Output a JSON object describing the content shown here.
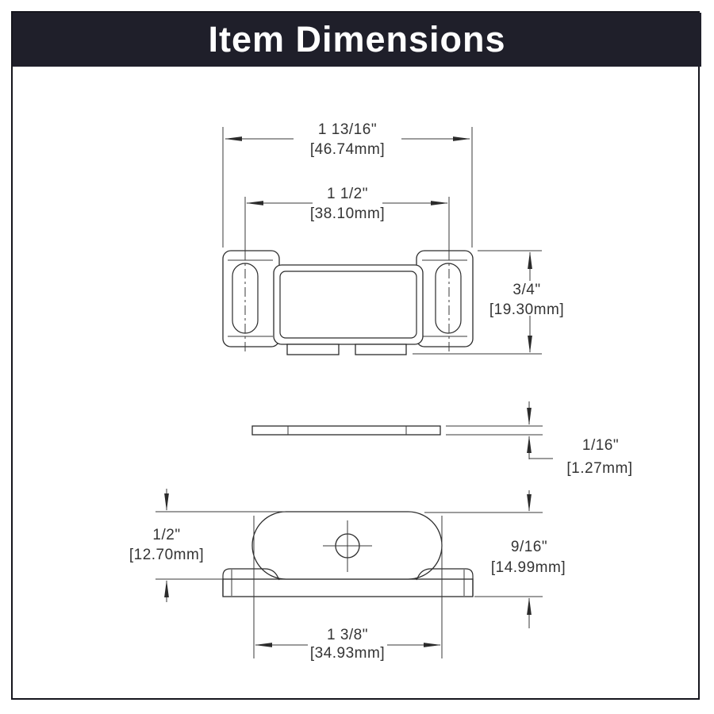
{
  "header": {
    "title": "Item Dimensions",
    "bg_color": "#1f1f2a",
    "text_color": "#ffffff"
  },
  "drawing": {
    "line_color": "#2b2b2b",
    "views": [
      "front-view",
      "side-profile-view",
      "top-view"
    ],
    "dims": {
      "overall_width": {
        "in": "1 13/16\"",
        "mm": "[46.74mm]"
      },
      "slot_spacing": {
        "in": "1 1/2\"",
        "mm": "[38.10mm]"
      },
      "height": {
        "in": "3/4\"",
        "mm": "[19.30mm]"
      },
      "thickness": {
        "in": "1/16\"",
        "mm": "[1.27mm]"
      },
      "body_depth": {
        "in": "1/2\"",
        "mm": "[12.70mm]"
      },
      "overall_depth": {
        "in": "9/16\"",
        "mm": "[14.99mm]"
      },
      "body_width": {
        "in": "1 3/8\"",
        "mm": "[34.93mm]"
      }
    }
  }
}
